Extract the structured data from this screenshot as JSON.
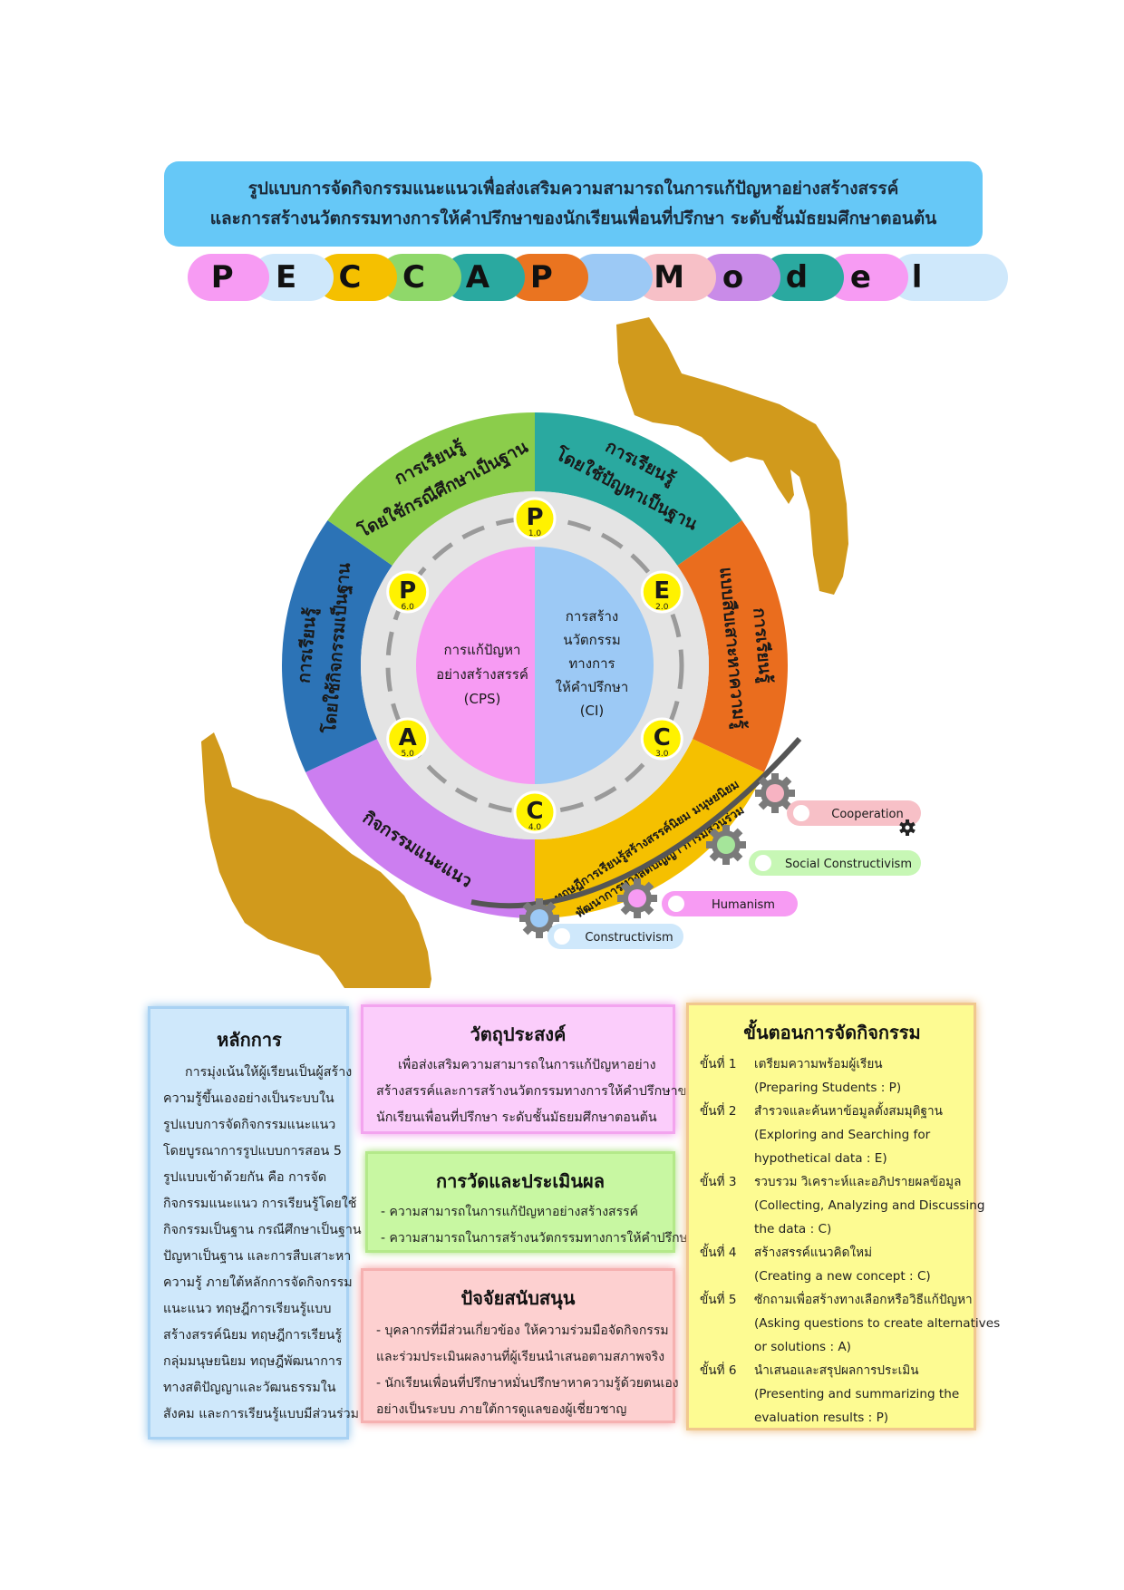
{
  "title": {
    "line1": "รูปแบบการจัดกิจกรรมแนะแนวเพื่อส่งเสริมความสามารถในการแก้ปัญหาอย่างสร้างสรรค์",
    "line2": "และการสร้างนวัตกรรมทางการให้คำปรึกษาของนักเรียนเพื่อนที่ปรึกษา ระดับชั้นมัธยมศึกษาตอนต้น"
  },
  "model_letters": [
    {
      "letter": "P",
      "color": "#f79bf3"
    },
    {
      "letter": "E",
      "color": "#cfe8fb"
    },
    {
      "letter": "C",
      "color": "#f5c000"
    },
    {
      "letter": "C",
      "color": "#8fd86a"
    },
    {
      "letter": "A",
      "color": "#2aa9a0"
    },
    {
      "letter": "P",
      "color": "#ea7420"
    },
    {
      "letter": "",
      "color": "#9cc9f5"
    },
    {
      "letter": "M",
      "color": "#f7c0c7"
    },
    {
      "letter": "o",
      "color": "#c98be8"
    },
    {
      "letter": "d",
      "color": "#2aa9a0"
    },
    {
      "letter": "e",
      "color": "#f79bf3"
    },
    {
      "letter": "l",
      "color": "#cfe8fb"
    }
  ],
  "wheel": {
    "segments": [
      {
        "label1": "การเรียนรู้",
        "label2": "โดยใช้ปัญหาเป็นฐาน",
        "color": "#2aa9a0"
      },
      {
        "label1": "การเรียนรู้",
        "label2": "แบบสืบเสาะหาความรู้",
        "color": "#ea6d1e"
      },
      {
        "label1": "ทฤษฎีการเรียนรู้สร้างสรรค์นิยม มนุษยนิยม",
        "label2": "พัฒนาการทางสติปัญญา การมีส่วนร่วม",
        "color": "#f5c000"
      },
      {
        "label1": "กิจกรรมแนะแนว",
        "label2": "",
        "color": "#cc7ef0"
      },
      {
        "label1": "การเรียนรู้",
        "label2": "โดยใช้กิจกรรมเป็นฐาน",
        "color": "#2c73b6"
      },
      {
        "label1": "การเรียนรู้",
        "label2": "โดยใช้กรณีศึกษาเป็นฐาน",
        "color": "#8bcd4b"
      }
    ],
    "steps": [
      {
        "letter": "P",
        "num": "1.0"
      },
      {
        "letter": "E",
        "num": "2.0"
      },
      {
        "letter": "C",
        "num": "3.0"
      },
      {
        "letter": "C",
        "num": "4.0"
      },
      {
        "letter": "A",
        "num": "5.0"
      },
      {
        "letter": "P",
        "num": "6.0"
      }
    ],
    "core_left": [
      "การแก้ปัญหา",
      "อย่างสร้างสรรค์",
      "(CPS)"
    ],
    "core_right": [
      "การสร้าง",
      "นวัตกรรม",
      "ทางการ",
      "ให้คำปรึกษา",
      "(CI)"
    ]
  },
  "theories": [
    "Cooperation",
    "Social Constructivism",
    "Humanism",
    "Constructivism"
  ],
  "principle": {
    "heading": "หลักการ",
    "lines": [
      "การมุ่งเน้นให้ผู้เรียนเป็นผู้สร้าง",
      "ความรู้ขึ้นเองอย่างเป็นระบบใน",
      "รูปแบบการจัดกิจกรรมแนะแนว",
      "โดยบูรณาการรูปแบบการสอน 5",
      "รูปแบบเข้าด้วยกัน คือ การจัด",
      "กิจกรรมแนะแนว การเรียนรู้โดยใช้",
      "กิจกรรมเป็นฐาน กรณีศึกษาเป็นฐาน",
      "ปัญหาเป็นฐาน และการสืบเสาะหา",
      "ความรู้ ภายใต้หลักการจัดกิจกรรม",
      "แนะแนว ทฤษฎีการเรียนรู้แบบ",
      "สร้างสรรค์นิยม ทฤษฎีการเรียนรู้",
      "กลุ่มมนุษยนิยม ทฤษฎีพัฒนาการ",
      "ทางสติปัญญาและวัฒนธรรมใน",
      "สังคม และการเรียนรู้แบบมีส่วนร่วม"
    ]
  },
  "objective": {
    "heading": "วัตถุประสงค์",
    "lines": [
      "เพื่อส่งเสริมความสามารถในการแก้ปัญหาอย่าง",
      "สร้างสรรค์และการสร้างนวัตกรรมทางการให้คำปรึกษาของ",
      "นักเรียนเพื่อนที่ปรึกษา ระดับชั้นมัธยมศึกษาตอนต้น"
    ]
  },
  "measure": {
    "heading": "การวัดและประเมินผล",
    "items": [
      "- ความสามารถในการแก้ปัญหาอย่างสร้างสรรค์",
      "- ความสามารถในการสร้างนวัตกรรมทางการให้คำปรึกษา"
    ]
  },
  "support": {
    "heading": "ปัจจัยสนับสนุน",
    "lines": [
      "- บุคลากรที่มีส่วนเกี่ยวข้อง ให้ความร่วมมือจัดกิจกรรม",
      "และร่วมประเมินผลงานที่ผู้เรียนนำเสนอตามสภาพจริง",
      "- นักเรียนเพื่อนที่ปรึกษาหมั่นปรึกษาหาความรู้ด้วยตนเอง",
      "อย่างเป็นระบบ ภายใต้การดูแลของผู้เชี่ยวชาญ"
    ]
  },
  "steps_box": {
    "heading": "ขั้นตอนการจัดกิจกรรม",
    "items": [
      {
        "no": "ขั้นที่ 1",
        "lines": [
          "เตรียมความพร้อมผู้เรียน",
          "(Preparing Students : P)"
        ]
      },
      {
        "no": "ขั้นที่ 2",
        "lines": [
          "สำรวจและค้นหาข้อมูลตั้งสมมุติฐาน",
          "(Exploring and Searching for",
          "hypothetical data : E)"
        ]
      },
      {
        "no": "ขั้นที่ 3",
        "lines": [
          "รวบรวม วิเคราะห์และอภิปรายผลข้อมูล",
          "(Collecting, Analyzing and Discussing",
          "the data : C)"
        ]
      },
      {
        "no": "ขั้นที่ 4",
        "lines": [
          "สร้างสรรค์แนวคิดใหม่",
          "(Creating a new concept : C)"
        ]
      },
      {
        "no": "ขั้นที่ 5",
        "lines": [
          "ซักถามเพื่อสร้างทางเลือกหรือวิธีแก้ปัญหา",
          "(Asking questions to create alternatives",
          "or solutions : A)"
        ]
      },
      {
        "no": "ขั้นที่ 6",
        "lines": [
          "นำเสนอและสรุปผลการประเมิน",
          "(Presenting and summarizing the",
          "evaluation results : P)"
        ]
      }
    ]
  }
}
